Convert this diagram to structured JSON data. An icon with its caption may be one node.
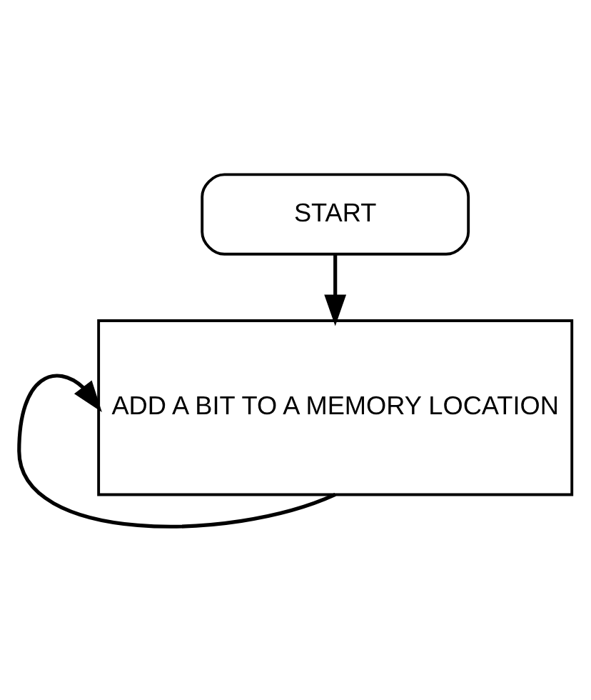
{
  "diagram": {
    "nodes": [
      {
        "text": [
          "START"
        ]
      },
      {
        "text": [
          "ADD A BIT TO A MEMORY LOCATION"
        ]
      }
    ],
    "edges": [
      {
        "from": 0,
        "to": 1,
        "arrow": "to"
      },
      {
        "from": 1,
        "to": 1,
        "arrow": "to"
      }
    ]
  }
}
